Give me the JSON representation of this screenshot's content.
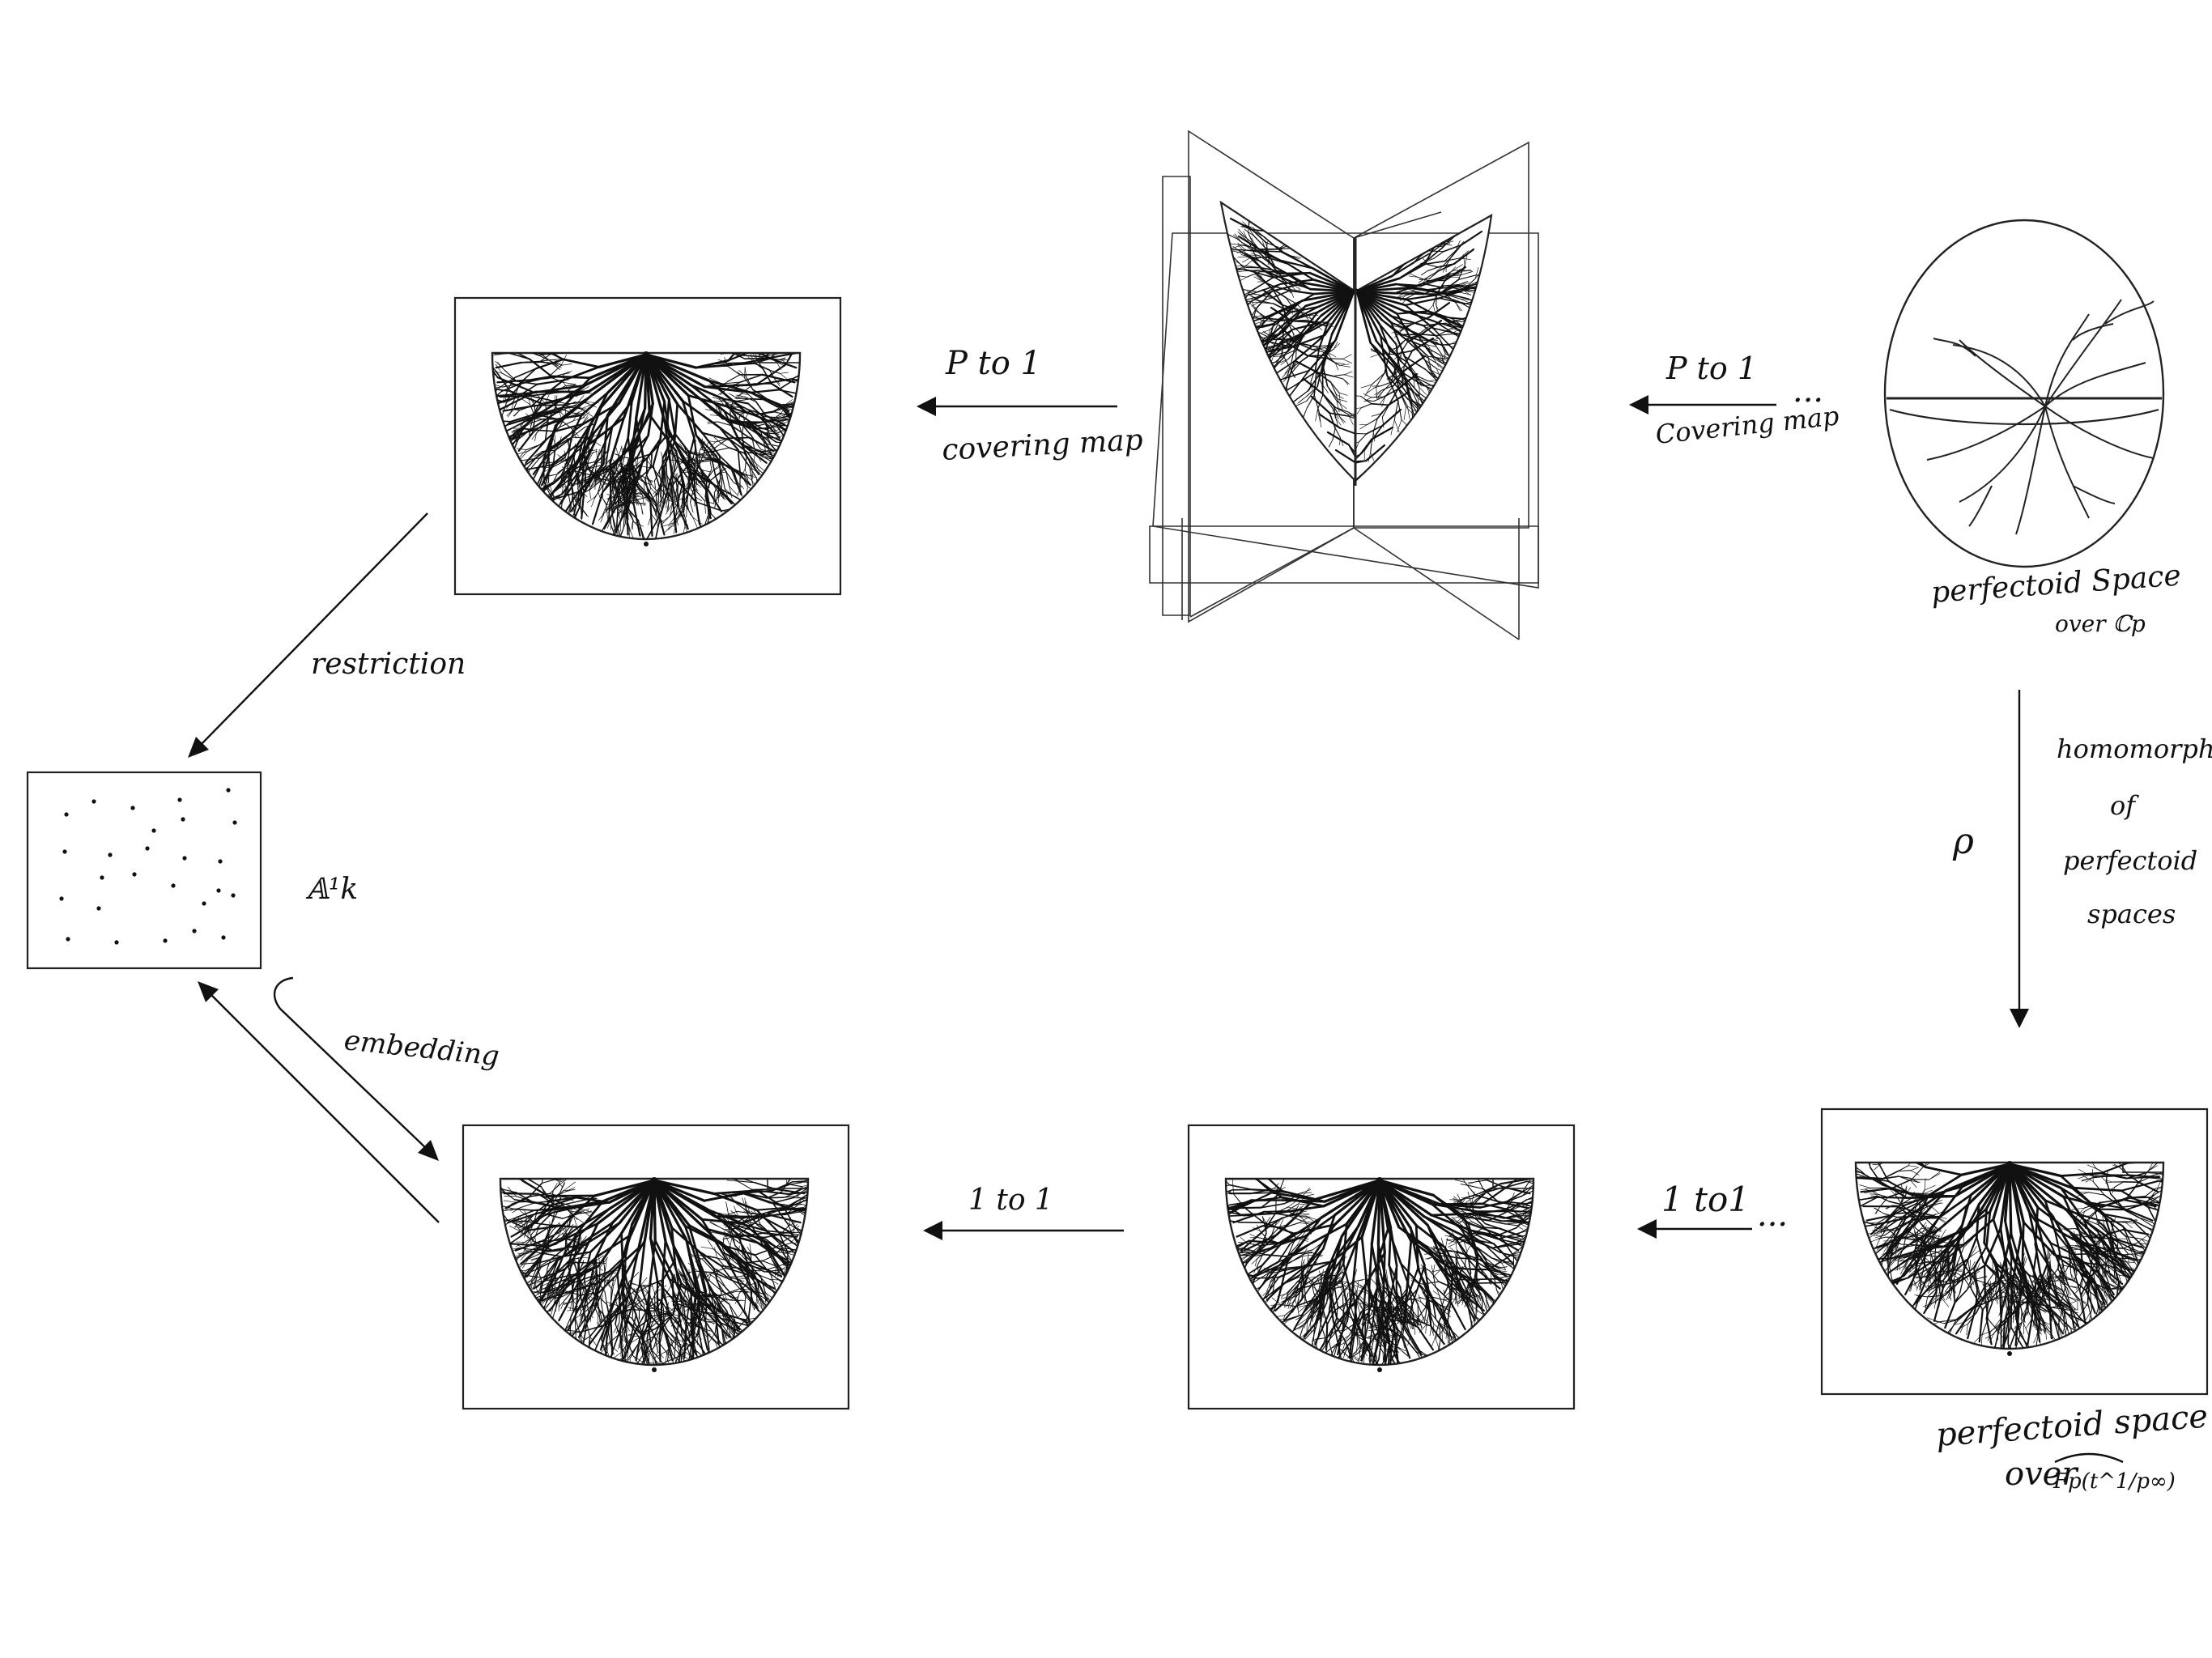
{
  "diagram": {
    "labels": {
      "p_to_1_left": "P  to  1",
      "covering_map_left": "covering map",
      "p_to_1_right": "P to 1",
      "covering_map_right": "Covering map",
      "dots_top": "···",
      "perfectoid_cp_line1": "perfectoid Space",
      "perfectoid_cp_line2": "over ℂp",
      "restriction": "restriction",
      "affine_line": "𝔸¹k",
      "embedding": "embedding",
      "rho": "ρ",
      "homomorphism_line1": "homomorphism",
      "homomorphism_line2": "of",
      "homomorphism_line3": "perfectoid",
      "homomorphism_line4": "spaces",
      "one_to_one_left": "1 to 1",
      "one_to_one_right": "1 to1",
      "dots_bottom": "···",
      "perfectoid_fp_line1": "perfectoid space",
      "perfectoid_fp_line2": "over",
      "perfectoid_fp_field": "Fp(t^1/p∞)"
    },
    "colors": {
      "ink": "#111111",
      "paper": "#ffffff"
    }
  }
}
